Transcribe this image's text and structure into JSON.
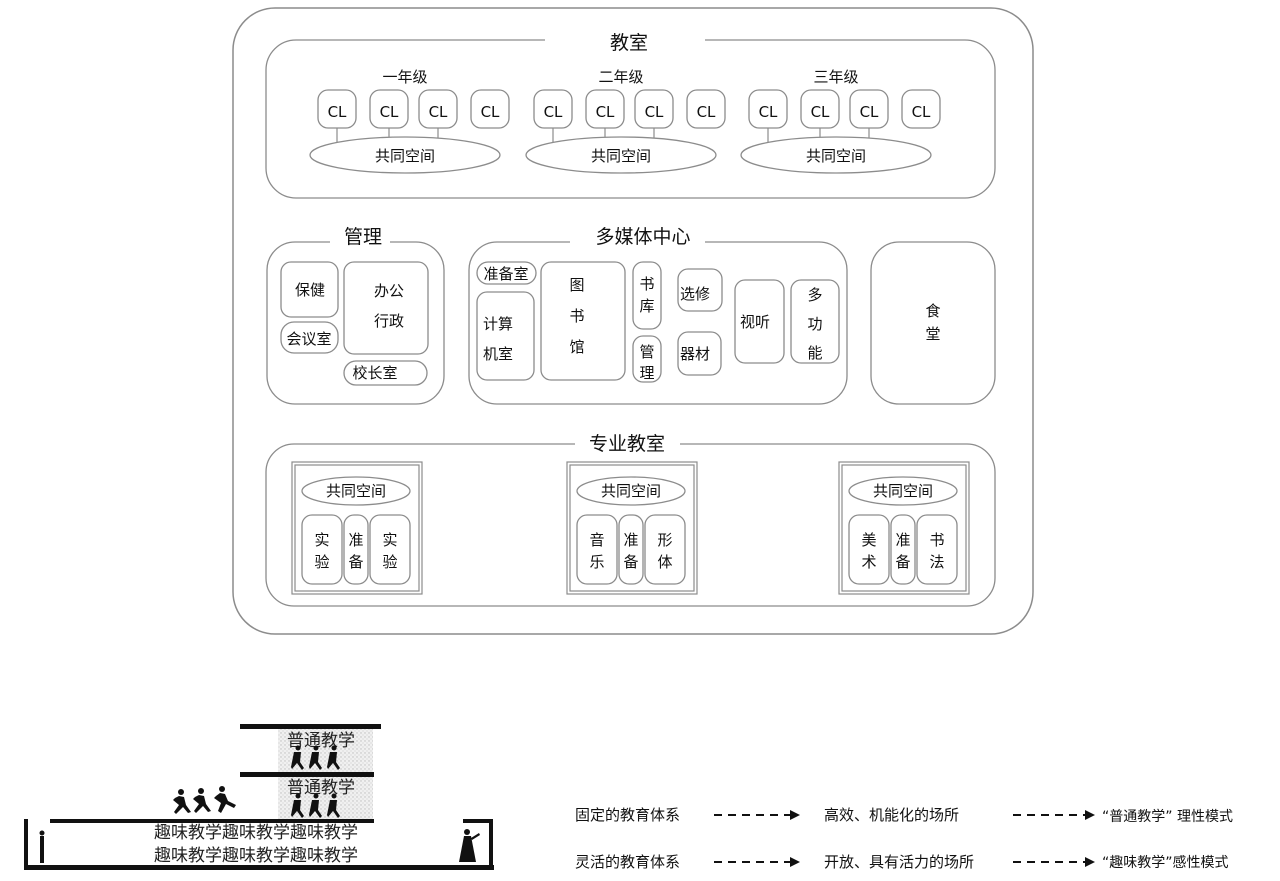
{
  "classrooms": {
    "title": "教室",
    "grades": [
      {
        "label": "一年级",
        "rooms": [
          "CL",
          "CL",
          "CL",
          "CL"
        ],
        "shared": "共同空间"
      },
      {
        "label": "二年级",
        "rooms": [
          "CL",
          "CL",
          "CL",
          "CL"
        ],
        "shared": "共同空间"
      },
      {
        "label": "三年级",
        "rooms": [
          "CL",
          "CL",
          "CL",
          "CL"
        ],
        "shared": "共同空间"
      }
    ]
  },
  "management": {
    "title": "管理",
    "health": "保健",
    "meeting": "会议室",
    "office_1": "办公",
    "office_2": "行政",
    "principal": "校长室"
  },
  "media_center": {
    "title": "多媒体中心",
    "prep": "准备室",
    "computer_1": "计算",
    "computer_2": "机室",
    "library": [
      "图",
      "书",
      "馆"
    ],
    "stacks": [
      "书",
      "库"
    ],
    "manage": [
      "管",
      "理"
    ],
    "elective": "选修",
    "equipment": "器材",
    "av": "视听",
    "multi": [
      "多",
      "功",
      "能"
    ]
  },
  "canteen": [
    "食",
    "堂"
  ],
  "special": {
    "title": "专业教室",
    "groups": [
      {
        "shared": "共同空间",
        "rooms": [
          [
            "实",
            "验"
          ],
          [
            "准",
            "备"
          ],
          [
            "实",
            "验"
          ]
        ]
      },
      {
        "shared": "共同空间",
        "rooms": [
          [
            "音",
            "乐"
          ],
          [
            "准",
            "备"
          ],
          [
            "形",
            "体"
          ]
        ]
      },
      {
        "shared": "共同空间",
        "rooms": [
          [
            "美",
            "术"
          ],
          [
            "准",
            "备"
          ],
          [
            "书",
            "法"
          ]
        ]
      }
    ]
  },
  "section": {
    "upper": "普通教学",
    "middle": "普通教学",
    "ground": "趣味教学趣味教学趣味教学"
  },
  "legend": [
    {
      "system": "固定的教育体系",
      "place": "高效、机能化的场所",
      "mode": "“普通教学” 理性模式"
    },
    {
      "system": "灵活的教育体系",
      "place": "开放、具有活力的场所",
      "mode": "“趣味教学”感性模式"
    }
  ]
}
